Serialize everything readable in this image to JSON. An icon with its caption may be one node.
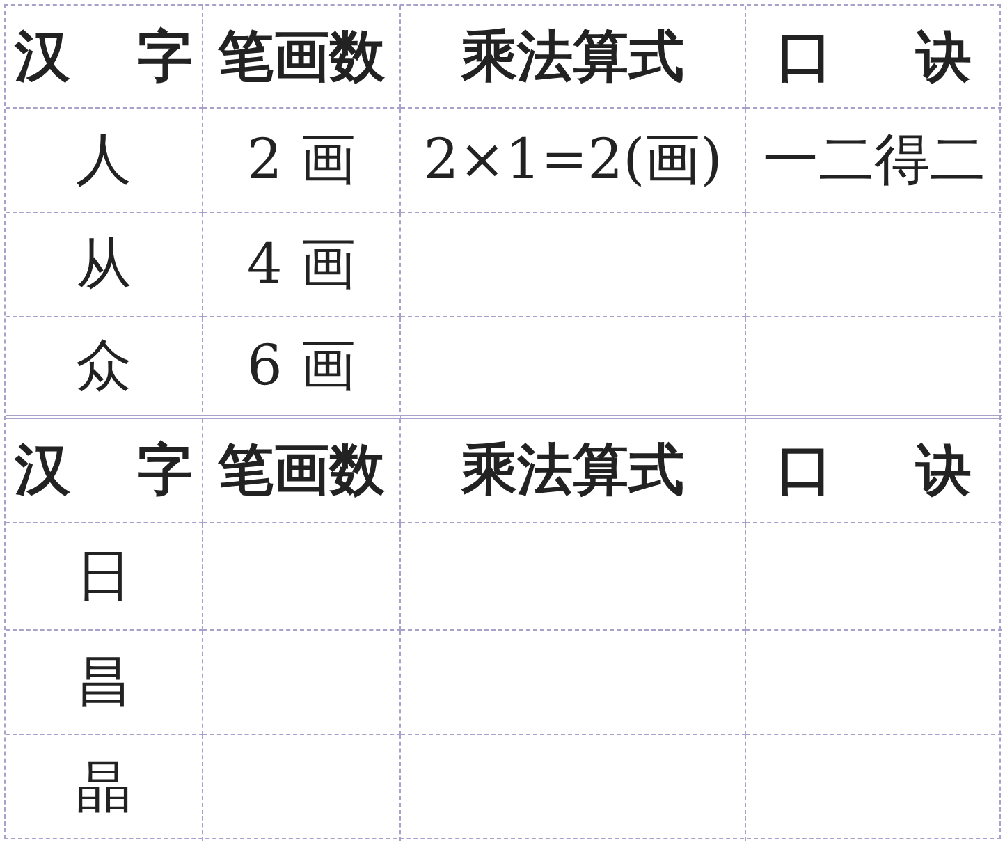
{
  "diagram": {
    "labels": [
      "汉 字",
      "笔画数",
      "乘法算式",
      "口 诀",
      "人",
      "2 画",
      "2×1=2(画)",
      "一二得二",
      "从",
      "4 画",
      "众",
      "6 画",
      "汉 字",
      "笔画数",
      "乘法算式",
      "口 诀",
      "日",
      "昌",
      "晶"
    ]
  }
}
